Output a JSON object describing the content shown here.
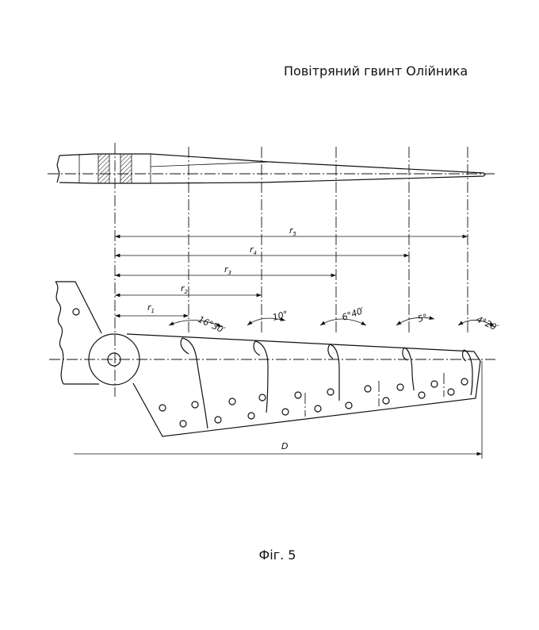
{
  "title": "Повітряний гвинт Олійника",
  "caption": "Фіг. 5",
  "dimensions": {
    "r1": "r",
    "r1_sub": "1",
    "r2": "r",
    "r2_sub": "2",
    "r3": "r",
    "r3_sub": "3",
    "r4": "r",
    "r4_sub": "4",
    "r5": "r",
    "r5_sub": "5",
    "D": "D"
  },
  "angles": [
    "16°30′",
    "10°",
    "6°40′",
    "5°",
    "4°20′"
  ]
}
